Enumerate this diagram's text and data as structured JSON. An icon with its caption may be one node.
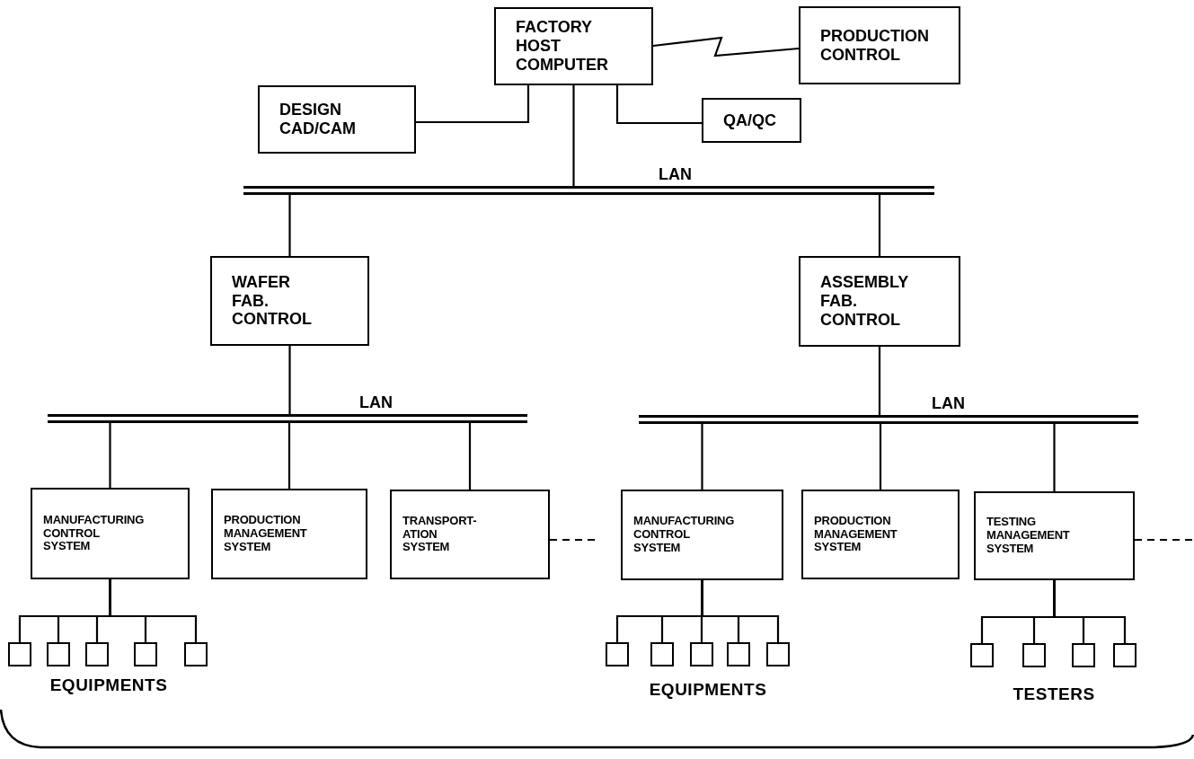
{
  "diagram": {
    "nodes": [
      {
        "text": [
          "FACTORY HOST COMPUTER"
        ]
      },
      {
        "text": [
          "PRODUCTION CONTROL"
        ]
      },
      {
        "text": [
          "DESIGN CAD/CAM"
        ]
      },
      {
        "text": [
          "QA/QC"
        ]
      },
      {
        "text": [
          "LAN"
        ]
      },
      {
        "text": [
          "WAFER FAB. CONTROL"
        ]
      },
      {
        "text": [
          "ASSEMBLY FAB. CONTROL"
        ]
      },
      {
        "text": [
          "LAN"
        ]
      },
      {
        "text": [
          "LAN"
        ]
      },
      {
        "text": [
          "MANUFACTURING CONTROL SYSTEM"
        ]
      },
      {
        "text": [
          "PRODUCTION MANAGEMENT SYSTEM"
        ]
      },
      {
        "text": [
          "TRANSPORT- ATION SYSTEM"
        ]
      },
      {
        "text": [
          "MANUFACTURING CONTROL SYSTEM"
        ]
      },
      {
        "text": [
          "PRODUCTION MANAGEMENT SYSTEM"
        ]
      },
      {
        "text": [
          "TESTING MANAGEMENT SYSTEM"
        ]
      },
      {
        "text": [],
        "shape": "box"
      },
      {
        "text": [],
        "shape": "box"
      },
      {
        "text": [],
        "shape": "box"
      },
      {
        "text": [],
        "shape": "box"
      },
      {
        "text": [],
        "shape": "box"
      },
      {
        "text": [],
        "shape": "box"
      },
      {
        "text": [],
        "shape": "box"
      },
      {
        "text": [],
        "shape": "box"
      },
      {
        "text": [],
        "shape": "box"
      },
      {
        "text": [],
        "shape": "box"
      },
      {
        "text": [],
        "shape": "box"
      },
      {
        "text": [],
        "shape": "box"
      },
      {
        "text": [],
        "shape": "box"
      },
      {
        "text": [],
        "shape": "box"
      }
    ],
    "edges": [
      {
        "from": 0,
        "to": 1,
        "arrow": "none"
      },
      {
        "from": 0,
        "to": 2,
        "arrow": "none"
      },
      {
        "from": 0,
        "to": 3,
        "arrow": "none"
      },
      {
        "from": 0,
        "to": 4,
        "arrow": "none"
      },
      {
        "from": 4,
        "to": 5,
        "arrow": "none"
      },
      {
        "from": 4,
        "to": 6,
        "arrow": "none"
      },
      {
        "from": 5,
        "to": 7,
        "arrow": "none"
      },
      {
        "from": 6,
        "to": 8,
        "arrow": "none"
      },
      {
        "from": 7,
        "to": 9,
        "arrow": "none"
      },
      {
        "from": 7,
        "to": 10,
        "arrow": "none"
      },
      {
        "from": 7,
        "to": 11,
        "arrow": "none"
      },
      {
        "from": 8,
        "to": 12,
        "arrow": "none"
      },
      {
        "from": 8,
        "to": 13,
        "arrow": "none"
      },
      {
        "from": 8,
        "to": 14,
        "arrow": "none"
      },
      {
        "from": 11,
        "to": null,
        "arrow": "none",
        "style": "dashed"
      },
      {
        "from": 14,
        "to": null,
        "arrow": "none",
        "style": "dashed"
      },
      {
        "from": 9,
        "to": 15,
        "arrow": "none"
      },
      {
        "from": 9,
        "to": 16,
        "arrow": "none"
      },
      {
        "from": 9,
        "to": 17,
        "arrow": "none"
      },
      {
        "from": 9,
        "to": 18,
        "arrow": "none"
      },
      {
        "from": 9,
        "to": 19,
        "arrow": "none"
      },
      {
        "from": 12,
        "to": 20,
        "arrow": "none"
      },
      {
        "from": 12,
        "to": 21,
        "arrow": "none"
      },
      {
        "from": 12,
        "to": 22,
        "arrow": "none"
      },
      {
        "from": 12,
        "to": 23,
        "arrow": "none"
      },
      {
        "from": 12,
        "to": 24,
        "arrow": "none"
      },
      {
        "from": 14,
        "to": 25,
        "arrow": "none"
      },
      {
        "from": 14,
        "to": 26,
        "arrow": "none"
      },
      {
        "from": 14,
        "to": 27,
        "arrow": "none"
      },
      {
        "from": 14,
        "to": 28,
        "arrow": "none"
      }
    ],
    "labels": [
      "EQUIPMENTS",
      "EQUIPMENTS",
      "TESTERS"
    ]
  }
}
